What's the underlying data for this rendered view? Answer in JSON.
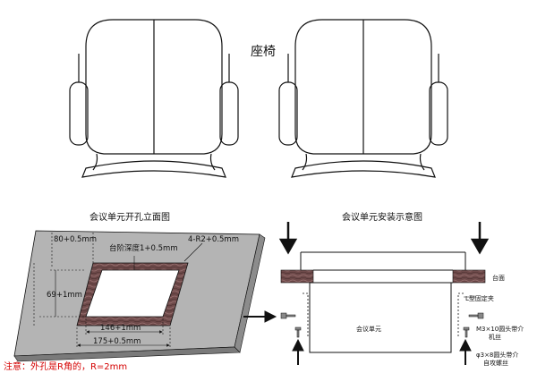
{
  "chairs": {
    "label": "座椅"
  },
  "cutout_diagram": {
    "title": "会议单元开孔立面图",
    "dim_top": "80+0.5mm",
    "dim_step_depth": "台阶深度1+0.5mm",
    "dim_radius": "4-R2+0.5mm",
    "dim_left": "69+1mm",
    "dim_inner_width": "146+1mm",
    "dim_outer_width": "175+0.5mm",
    "note": "注意：外孔是R角的，R=2mm"
  },
  "install_diagram": {
    "title": "会议单元安装示意图",
    "desk_label": "台面",
    "clip_label": "L型固定夹",
    "unit_label": "会议单元",
    "screw_machine_line1": "M3×10圆头带介",
    "screw_machine_line2": "机丝",
    "screw_self_line1": "φ3×8圆头带介",
    "screw_self_line2": "自攻螺丝"
  },
  "colors": {
    "panel": "#b4b4b4",
    "panel_dark": "#8c8c8c",
    "wood": "#6e4a4a",
    "note": "#d40000",
    "line": "#111111"
  }
}
